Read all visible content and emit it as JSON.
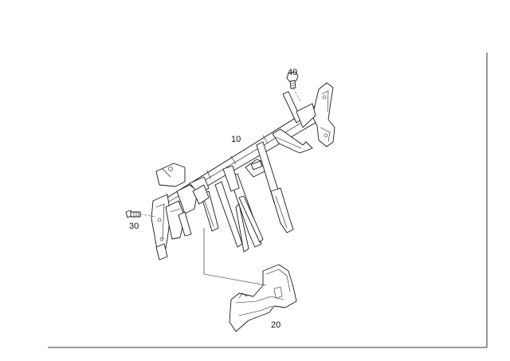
{
  "diagram": {
    "type": "exploded-parts-diagram",
    "parts": [
      {
        "callout": "10",
        "description": "cross-member"
      },
      {
        "callout": "20",
        "description": "trim cover"
      },
      {
        "callout": "30",
        "description": "bolt"
      },
      {
        "callout": "40",
        "description": "bolt"
      }
    ],
    "colors": {
      "line": "#1a1a1a",
      "background": "#ffffff"
    }
  }
}
